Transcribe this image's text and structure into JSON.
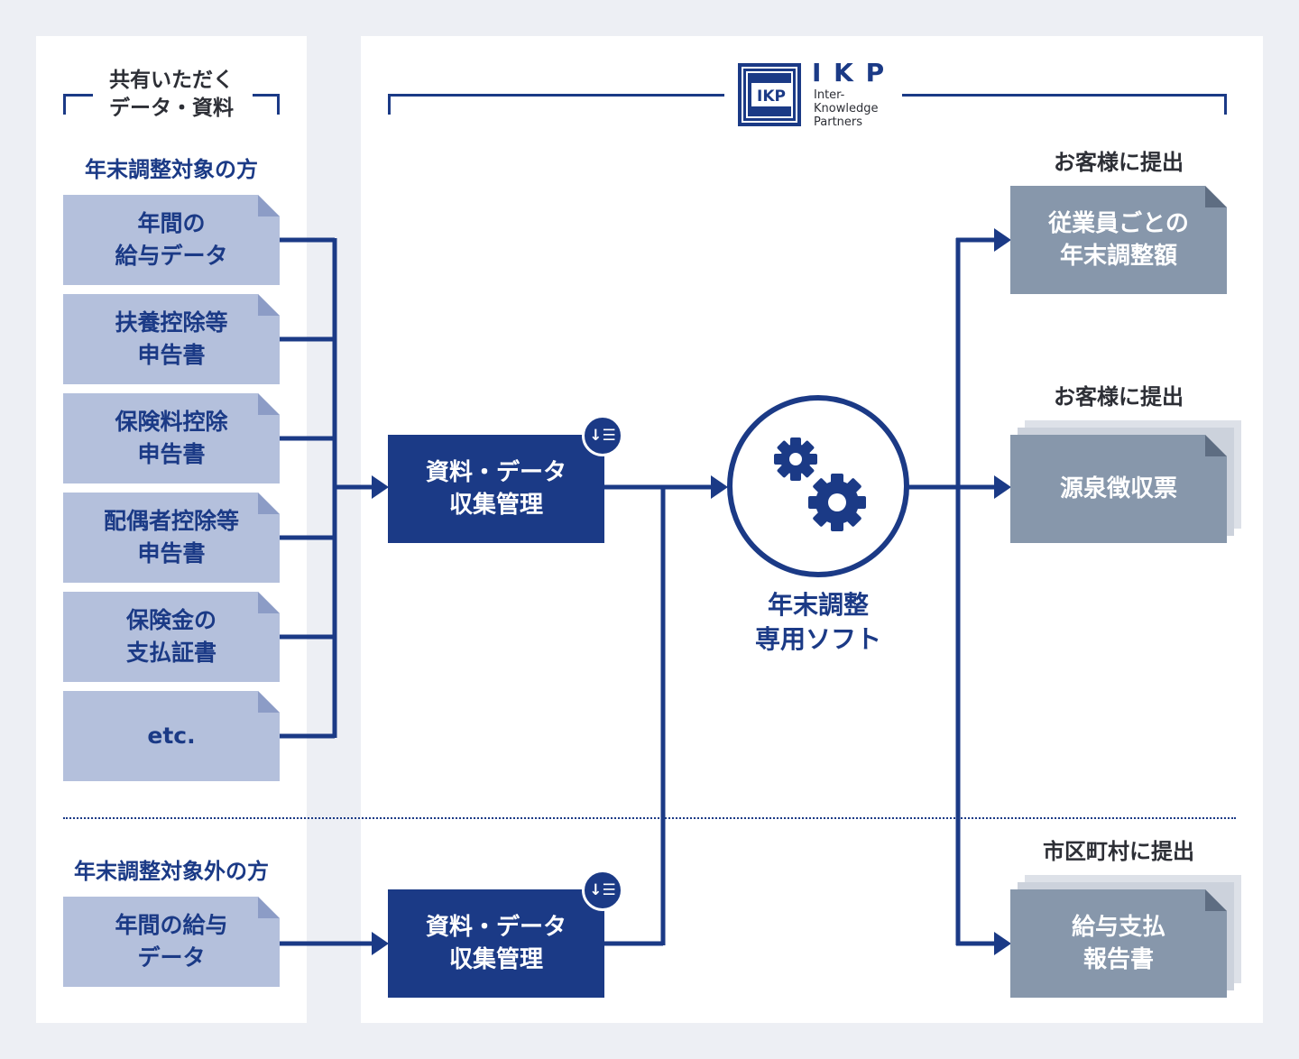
{
  "header": {
    "shared_title_line1": "共有いただく",
    "shared_title_line2": "データ・資料",
    "logo_mark_letters": "IKP",
    "logo_name": "I K P",
    "logo_sub1": "Inter-",
    "logo_sub2": "Knowledge",
    "logo_sub3": "Partners"
  },
  "targets": {
    "title": "年末調整対象の方",
    "docs": [
      "年間の\n給与データ",
      "扶養控除等\n申告書",
      "保険料控除\n申告書",
      "配偶者控除等\n申告書",
      "保険金の\n支払証書",
      "etc."
    ]
  },
  "non_targets": {
    "title": "年末調整対象外の方",
    "docs": [
      "年間の給与\nデータ"
    ]
  },
  "collect_boxes": [
    {
      "label": "資料・データ\n収集管理",
      "badge": "↓☰"
    },
    {
      "label": "資料・データ\n収集管理",
      "badge": "↓☰"
    }
  ],
  "software": {
    "label_line1": "年末調整",
    "label_line2": "専用ソフト"
  },
  "outputs": [
    {
      "heading": "お客様に提出",
      "label": "従業員ごとの\n年末調整額"
    },
    {
      "heading": "お客様に提出",
      "label": "源泉徴収票"
    },
    {
      "heading": "市区町村に提出",
      "label": "給与支払\n報告書"
    }
  ],
  "colors": {
    "navy": "#1b3a86",
    "doc_fill": "#b4c0dc",
    "output_fill": "#8797ab",
    "background": "#edeff4"
  }
}
